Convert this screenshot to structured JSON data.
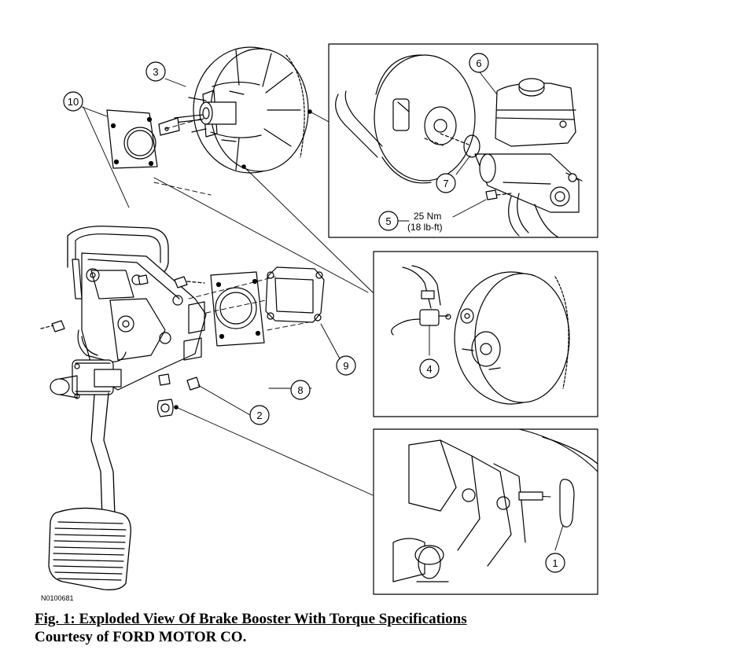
{
  "callouts": {
    "c1": "1",
    "c2": "2",
    "c3": "3",
    "c4": "4",
    "c5": "5",
    "c6": "6",
    "c7": "7",
    "c8": "8",
    "c9": "9",
    "c10": "10"
  },
  "torque_spec": {
    "metric": "25 Nm",
    "imperial": "(18 lb-ft)"
  },
  "figure_id": "N0100681",
  "caption": {
    "title": "Fig. 1: Exploded View Of Brake Booster With Torque Specifications",
    "credit": "Courtesy of FORD MOTOR CO."
  }
}
